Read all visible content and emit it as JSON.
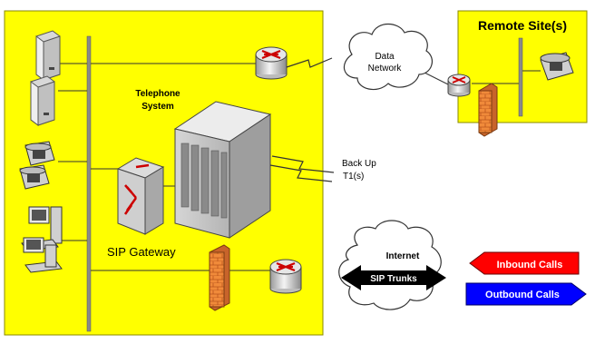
{
  "labels": {
    "remote_sites": "Remote Site(s)",
    "data_network_line1": "Data",
    "data_network_line2": "Network",
    "telephone_line1": "Telephone",
    "telephone_line2": "System",
    "backup_line1": "Back Up",
    "backup_line2": "T1(s)",
    "sip_gateway": "SIP Gateway",
    "internet": "Internet",
    "sip_trunks": "SIP Trunks",
    "inbound_calls": "Inbound Calls",
    "outbound_calls": "Outbound Calls"
  },
  "colors": {
    "site_fill": "#ffff00",
    "inbound_arrow": "#ff0000",
    "outbound_arrow": "#0000ff",
    "sip_trunk_arrow": "#000000",
    "firewall": "#e8702a",
    "router_arrows": "#cc0000"
  }
}
